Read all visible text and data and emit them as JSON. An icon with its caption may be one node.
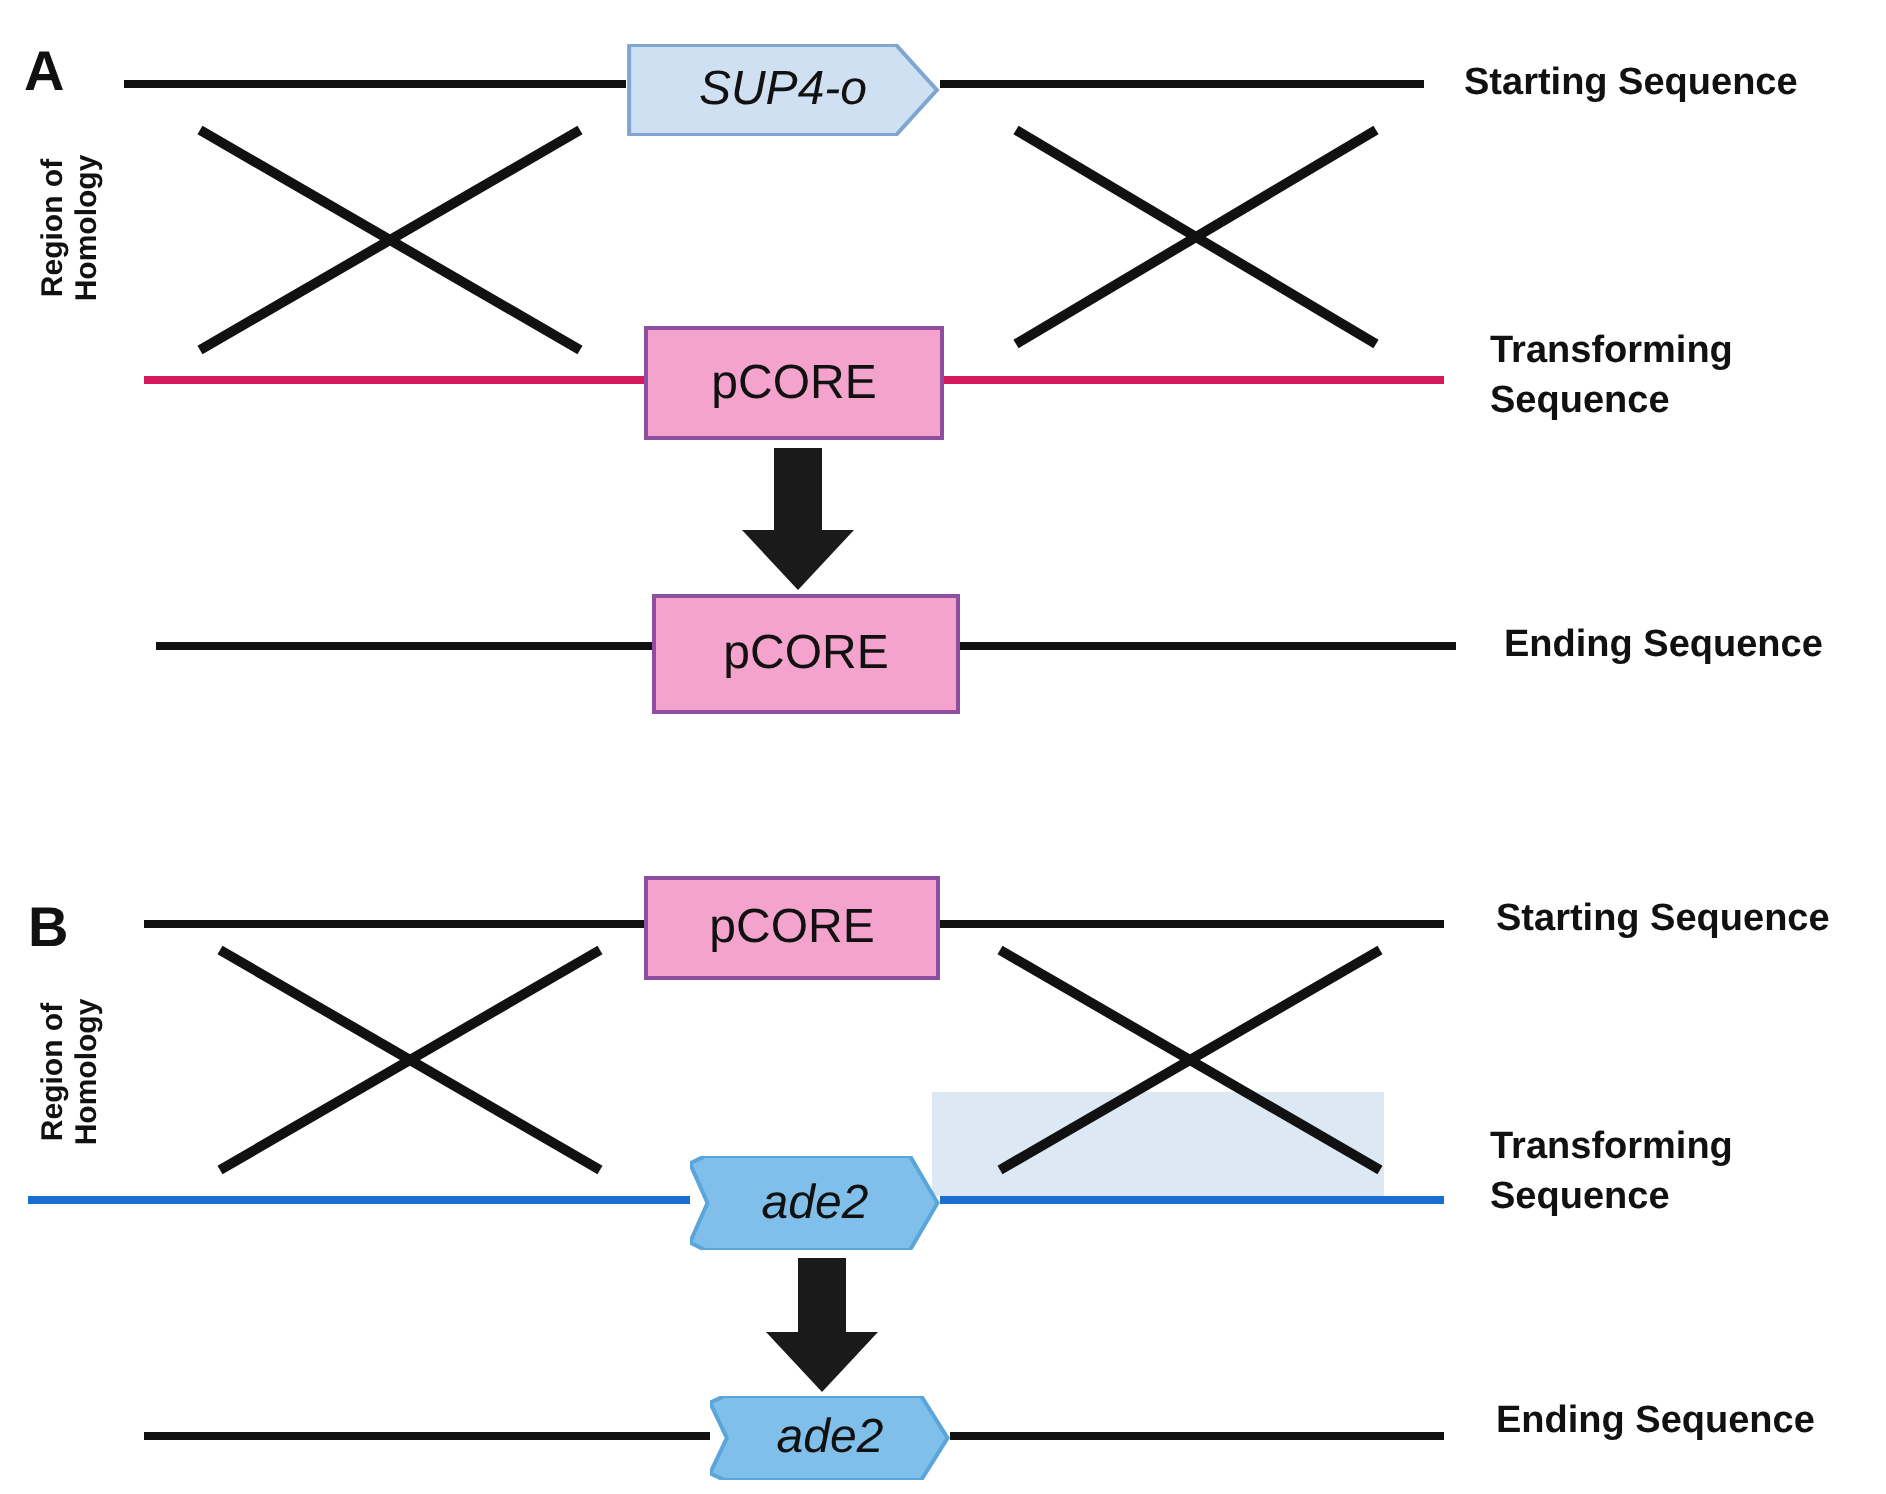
{
  "diagram": {
    "nodes": [
      {
        "text": [
          "SUP4-o"
        ]
      },
      {
        "text": [
          "pCORE"
        ]
      },
      {
        "text": [
          "pCORE"
        ]
      },
      {
        "text": [
          "pCORE"
        ]
      },
      {
        "text": [],
        "shape": "box"
      },
      {
        "text": [
          "ade2"
        ]
      },
      {
        "text": [
          "ade2"
        ]
      }
    ],
    "edges": [
      {
        "from": 1,
        "to": 2,
        "arrow": "to"
      },
      {
        "from": 5,
        "to": 6,
        "arrow": "to"
      }
    ],
    "labels": [
      "A",
      "Region of Homology",
      "Starting Sequence",
      "Transforming Sequence",
      "Ending Sequence",
      "B",
      "Region of Homology",
      "Starting Sequence",
      "Transforming Sequence",
      "Ending Sequence"
    ]
  }
}
